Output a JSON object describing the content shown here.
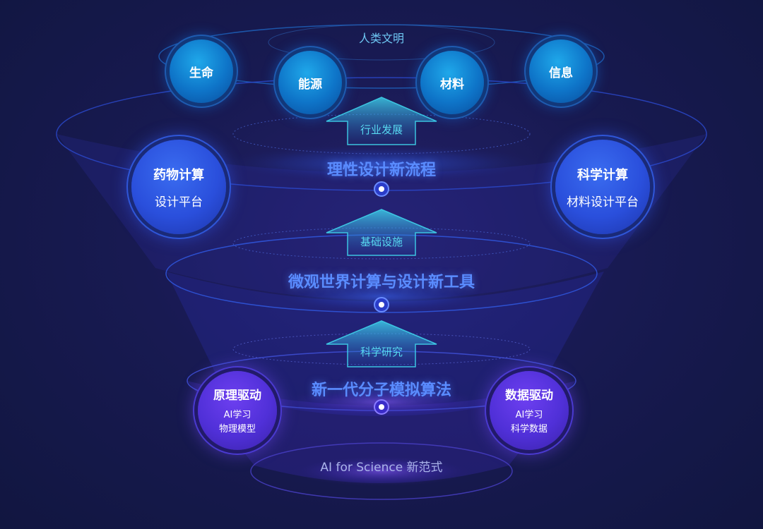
{
  "top": {
    "title": "人类文明"
  },
  "fields": [
    {
      "label": "生命",
      "icon": "circle-node"
    },
    {
      "label": "能源",
      "icon": "circle-node"
    },
    {
      "label": "材料",
      "icon": "circle-node"
    },
    {
      "label": "信息",
      "icon": "circle-node"
    }
  ],
  "arrows": [
    {
      "label": "行业发展"
    },
    {
      "label": "基础设施"
    },
    {
      "label": "科学研究"
    }
  ],
  "layers": [
    {
      "title": "理性设计新流程"
    },
    {
      "title": "微观世界计算与设计新工具"
    },
    {
      "title": "新一代分子模拟算法"
    }
  ],
  "platforms": [
    {
      "line1": "药物计算",
      "line2": "设计平台"
    },
    {
      "line1": "科学计算",
      "line2": "材料设计平台"
    }
  ],
  "drivers": [
    {
      "title": "原理驱动",
      "line1": "AI学习",
      "line2": "物理模型"
    },
    {
      "title": "数据驱动",
      "line1": "AI学习",
      "line2": "科学数据"
    }
  ],
  "bottom": {
    "title": "AI for Science 新范式"
  },
  "colors": {
    "background": "#181a52",
    "field_blue": "#0e74c8",
    "platform_blue": "#2a4fdc",
    "driver_purple": "#5030d8",
    "arrow_cyan": "#38d0e8",
    "title_blue": "#5a8cff"
  }
}
